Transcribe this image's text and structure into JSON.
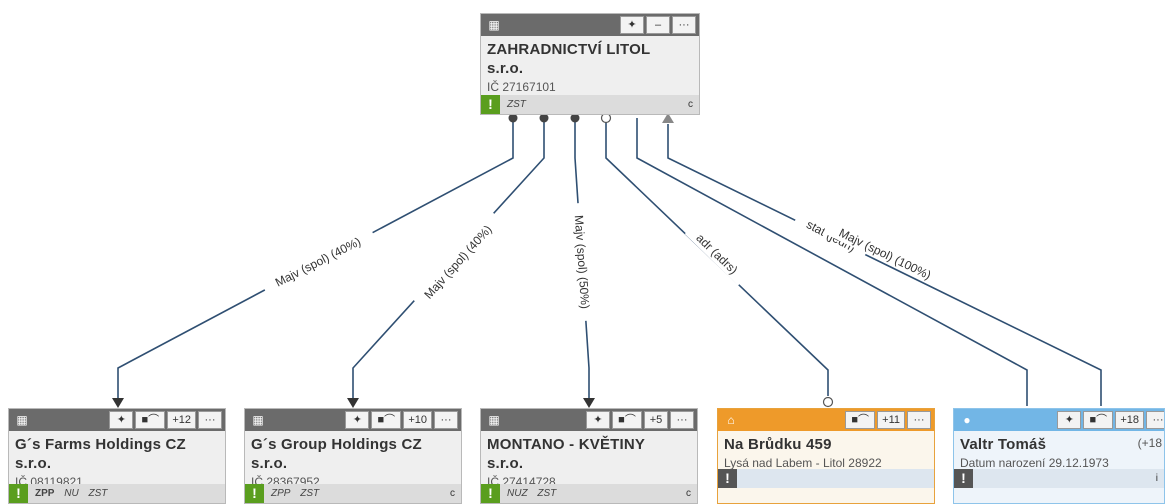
{
  "root": {
    "name_line1": "ZAHRADNICTVÍ LITOL",
    "name_line2": "s.r.o.",
    "ico": "IČ 27167101",
    "tag": "ZST",
    "corner": "c",
    "pin_icon": "pin-icon",
    "collapse_label": "–",
    "more_label": "···"
  },
  "edges": [
    {
      "label": "Majv (spol) (40%)"
    },
    {
      "label": "Majv (spol) (40%)"
    },
    {
      "label": "Majv (spol) (50%)"
    },
    {
      "label": "adr (adrs)"
    },
    {
      "label": "stat (jedn)"
    },
    {
      "label": "Majv (spol) (100%)"
    }
  ],
  "nodes": [
    {
      "kind": "company",
      "name_line1": "G´s Farms Holdings CZ",
      "name_line2": "s.r.o.",
      "ico": "IČ 08119821",
      "count": "+12",
      "tags": [
        "ZPP",
        "NU",
        "ZST"
      ],
      "corner": ""
    },
    {
      "kind": "company",
      "name_line1": "G´s Group Holdings CZ",
      "name_line2": "s.r.o.",
      "ico": "IČ 28367952",
      "count": "+10",
      "tags": [
        "ZPP",
        "ZST"
      ],
      "corner": "c"
    },
    {
      "kind": "company",
      "name_line1": "MONTANO - KVĚTINY",
      "name_line2": "s.r.o.",
      "ico": "IČ 27414728",
      "count": "+5",
      "tags": [
        "NUZ",
        "ZST"
      ],
      "corner": "c"
    },
    {
      "kind": "address",
      "name_line1": "Na Brůdku 459",
      "sub": "Lysá nad Labem - Litol 28922",
      "count": "+11"
    },
    {
      "kind": "person",
      "name_line1": "Valtr Tomáš",
      "sub": "Datum narození 29.12.1973",
      "count": "+18",
      "extra": "(+18",
      "corner": "i"
    }
  ],
  "common": {
    "more_label": "···",
    "excl": "!"
  },
  "colors": {
    "company_header": "#6b6b6b",
    "address_header": "#ee9a2a",
    "person_header": "#72b6e6",
    "edge": "#2f4f72",
    "flag": "#5a9e1e"
  }
}
